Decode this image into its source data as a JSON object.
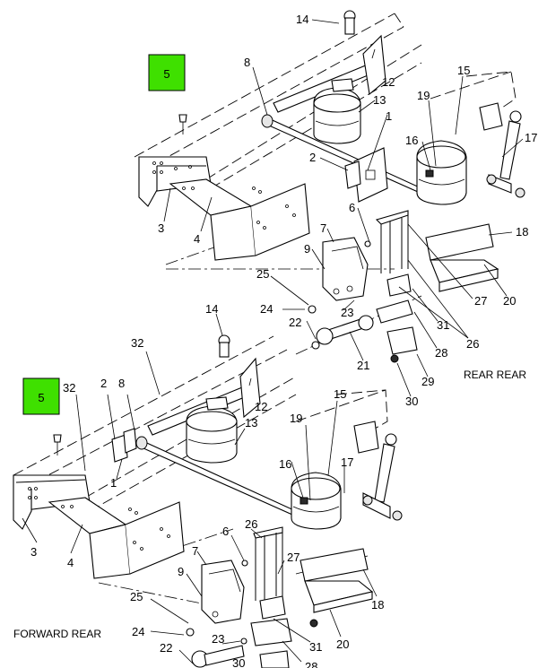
{
  "colors": {
    "highlight": "#3fe000",
    "line": "#000000",
    "background": "#ffffff"
  },
  "captions": {
    "rear_rear": "REAR REAR",
    "forward_rear": "FORWARD REAR"
  },
  "upper": {
    "highlight_label": "5",
    "labels": {
      "l14": "14",
      "l12": "12",
      "l8": "8",
      "l15": "15",
      "l19": "19",
      "l13": "13",
      "l1": "1",
      "l16": "16",
      "l17": "17",
      "l2": "2",
      "l3": "3",
      "l4": "4",
      "l6": "6",
      "l18": "18",
      "l7": "7",
      "l9": "9",
      "l25": "25",
      "l27": "27",
      "l20": "20",
      "l24": "24",
      "l23": "23",
      "l31": "31",
      "l22": "22",
      "l26": "26",
      "l28": "28",
      "l21": "21",
      "l29": "29",
      "l30": "30",
      "l32": "32"
    }
  },
  "lower": {
    "highlight_label": "5",
    "labels": {
      "l14": "14",
      "l32": "32",
      "l2": "2",
      "l8": "8",
      "l12": "12",
      "l15": "15",
      "l13": "13",
      "l19": "19",
      "l1": "1",
      "l16": "16",
      "l17": "17",
      "l3": "3",
      "l4": "4",
      "l26": "26",
      "l6": "6",
      "l7": "7",
      "l27": "27",
      "l9": "9",
      "l18": "18",
      "l25": "25",
      "l24": "24",
      "l23": "23",
      "l31": "31",
      "l20": "20",
      "l22": "22",
      "l30": "30",
      "l28": "28"
    }
  }
}
